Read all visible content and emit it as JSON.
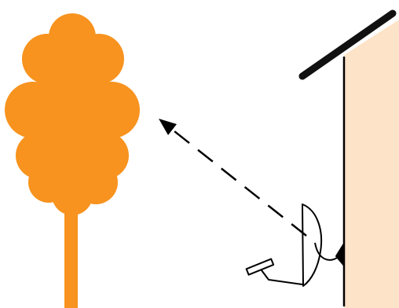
{
  "scene": {
    "elements": [
      "tree",
      "house",
      "satellite-dish",
      "signal-direction-arrow"
    ],
    "colors": {
      "tree": "#f7931e",
      "house_wall": "#fde3c8",
      "roof": "#111111",
      "line": "#000000",
      "background": "#ffffff"
    }
  }
}
